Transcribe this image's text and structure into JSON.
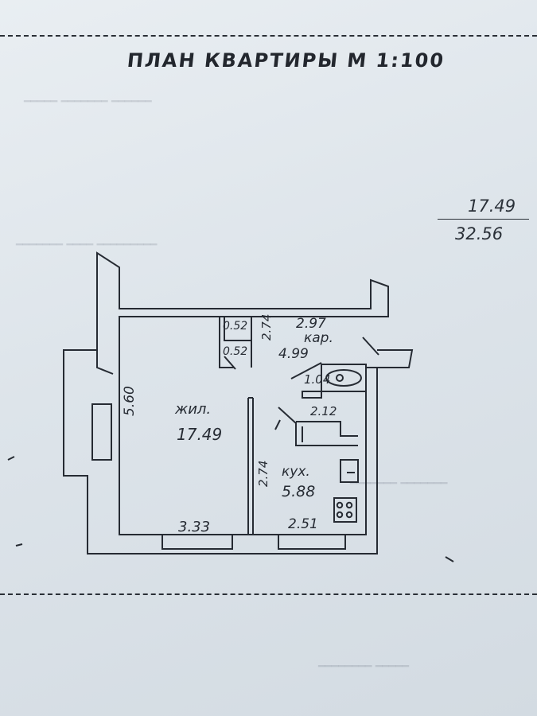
{
  "title": "ПЛАН КВАРТИРЫ М 1:100",
  "area_ratio": {
    "living": "17.49",
    "total": "32.56"
  },
  "rooms": {
    "living": {
      "name": "жил.",
      "area": "17.49"
    },
    "kitchen": {
      "name": "кух.",
      "area": "5.88"
    },
    "corridor": {
      "name": "кар.",
      "area": "4.99"
    },
    "bath": {
      "area": "1.04"
    }
  },
  "dimensions": {
    "closet_width_top": "0.52",
    "closet_width_bottom": "0.52",
    "closet_height": "2.74",
    "corridor_width": "2.97",
    "living_height": "5.60",
    "living_width": "3.33",
    "kitchen_width": "2.51",
    "kitchen_height": "2.74",
    "kitchen_depth": "2.12"
  },
  "colors": {
    "paper": "#e4eaef",
    "ink": "#262b33"
  }
}
